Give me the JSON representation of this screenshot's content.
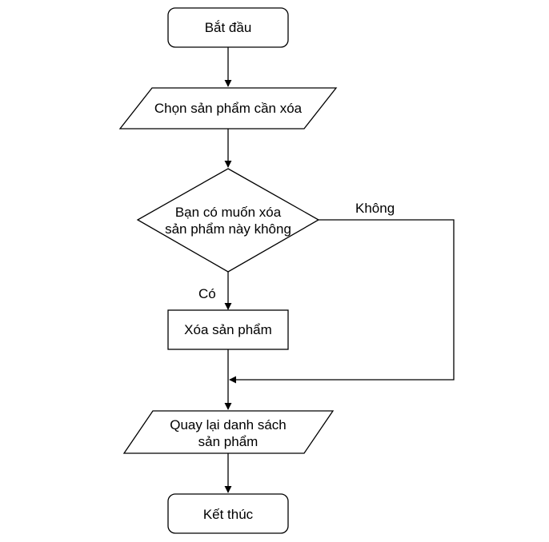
{
  "diagram": {
    "nodes": {
      "start": {
        "label": "Bắt đầu"
      },
      "select_product": {
        "label": "Chọn sản phẩm cần xóa"
      },
      "confirm": {
        "line1": "Bạn có muốn xóa",
        "line2": "sản phẩm này không"
      },
      "delete": {
        "label": "Xóa sản phẩm"
      },
      "back_to_list": {
        "line1": "Quay lại danh sách",
        "line2": "sản phẩm"
      },
      "end": {
        "label": "Kết thúc"
      }
    },
    "edges": {
      "yes": {
        "label": "Có"
      },
      "no": {
        "label": "Không"
      }
    }
  }
}
